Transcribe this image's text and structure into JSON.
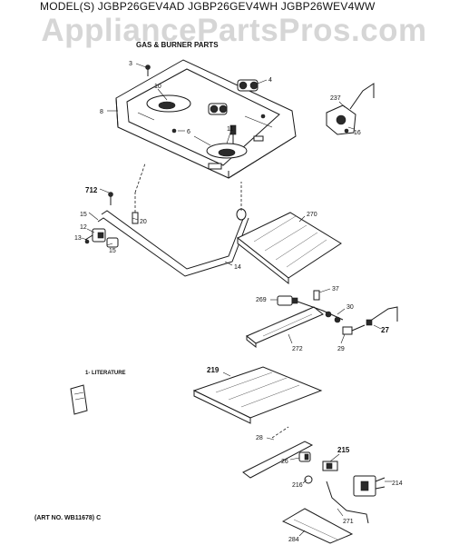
{
  "header": {
    "models": "MODEL(S) JGBP26GEV4AD  JGBP26GEV4WH  JGBP26WEV4WW",
    "subtitle": "GAS & BURNER PARTS"
  },
  "watermark": "AppliancePartsPros.com",
  "literature_label": "1- LITERATURE",
  "art_number": "(ART NO. WB11678) C",
  "callouts": {
    "c3": "3",
    "c4": "4",
    "c237_top": "237",
    "c8": "8",
    "c10": "10",
    "c6": "6",
    "c11": "11",
    "c16": "16",
    "c712": "712",
    "c15a": "15",
    "c20": "20",
    "c270": "270",
    "c12": "12",
    "c13": "13",
    "c15b": "15",
    "c14": "14",
    "c269": "269",
    "c37": "37",
    "c30": "30",
    "c27": "27",
    "c272": "272",
    "c29": "29",
    "c219": "219",
    "c28": "28",
    "c215": "215",
    "c26": "26",
    "c214": "214",
    "c216": "216",
    "c271": "271",
    "c284": "284"
  }
}
